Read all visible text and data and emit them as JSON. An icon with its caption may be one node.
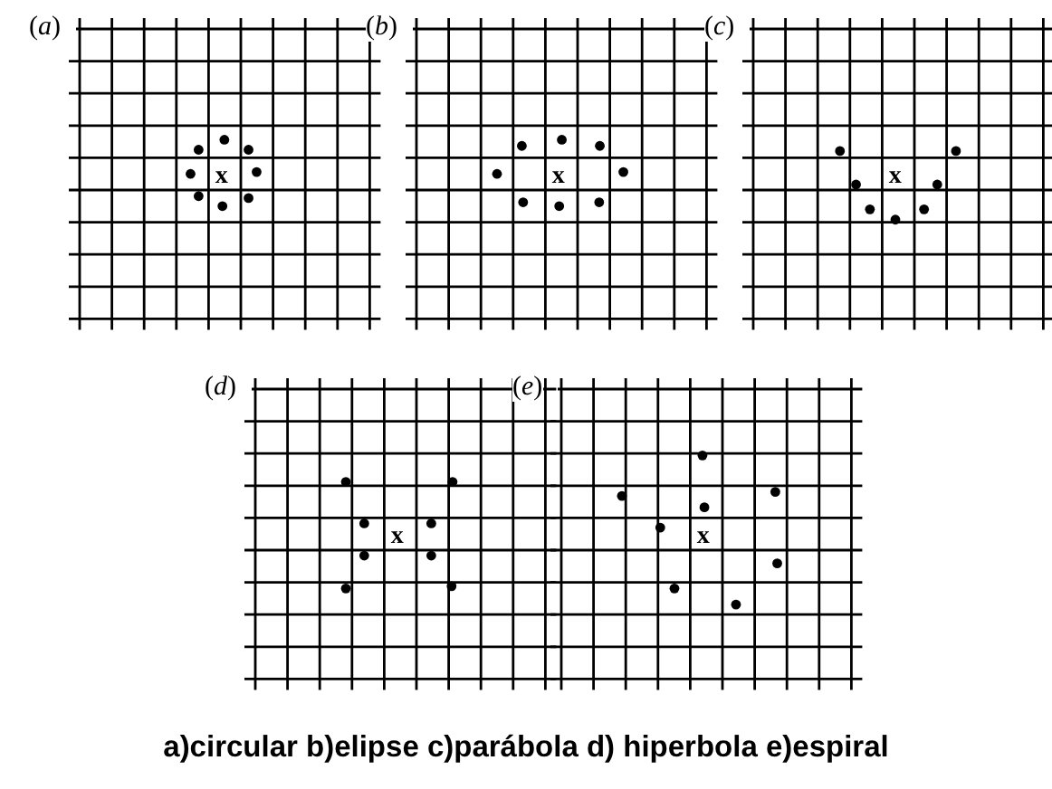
{
  "diagram": {
    "caption": "a)circular b)elipse c)parábola d) hiperbola e)espiral",
    "labels": [
      "(*a*)",
      "x",
      "(*b*)",
      "x",
      "(*c*)",
      "x",
      "(*d*)",
      "x",
      "(*e*)",
      "x"
    ]
  }
}
